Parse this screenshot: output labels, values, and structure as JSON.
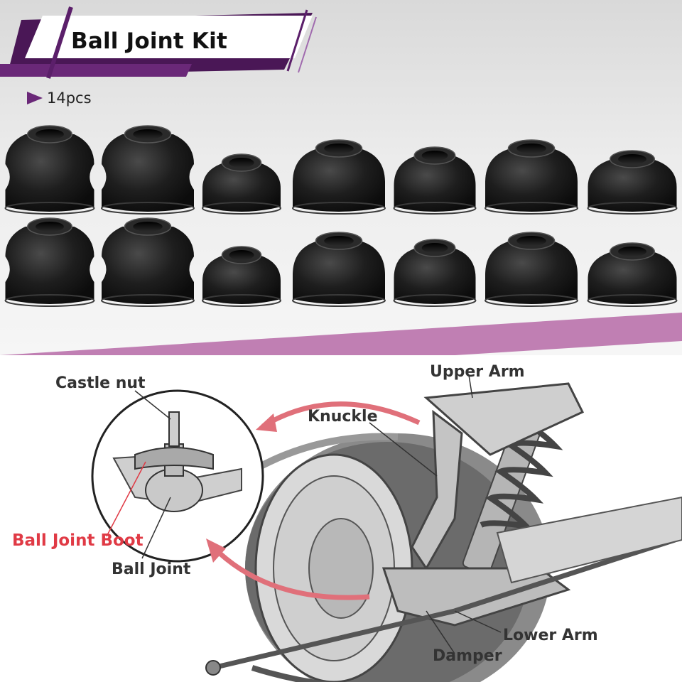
{
  "header": {
    "title": "Ball Joint Kit"
  },
  "product": {
    "count_label": "14pcs"
  },
  "diagram": {
    "labels": {
      "castle_nut": "Castle nut",
      "upper_arm": "Upper Arm",
      "knuckle": "Knuckle",
      "ball_joint_boot": "Ball Joint Boot",
      "ball_joint": "Ball Joint",
      "lower_arm": "Lower Arm",
      "damper": "Damper"
    }
  },
  "colors": {
    "brand_purple": "#5b1f6a",
    "accent_pink": "#c07fb3",
    "highlight_red": "#e03a45",
    "boot_black": "#1c1c1c"
  },
  "icons": {
    "count_marker": "triangle-arrow-icon"
  }
}
